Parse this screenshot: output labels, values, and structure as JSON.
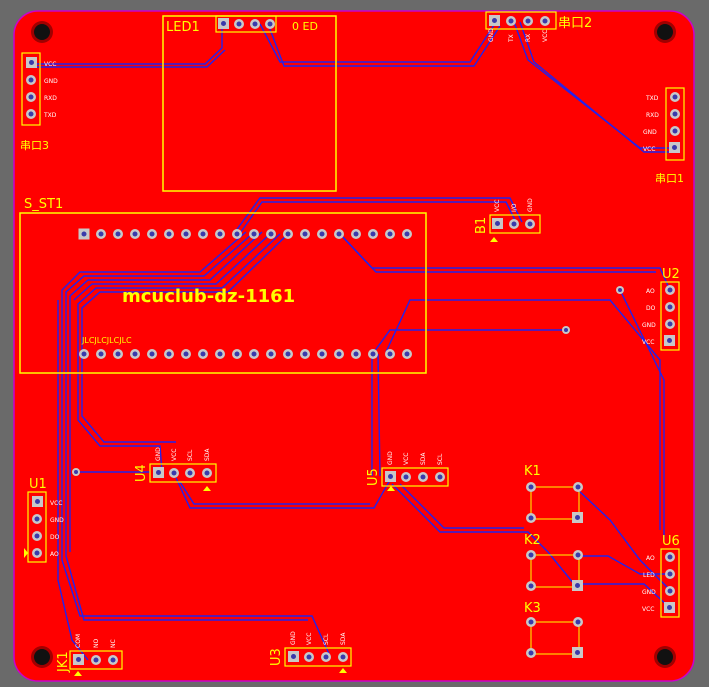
{
  "board": {
    "logo_text": "mcuclub-dz-1161",
    "silkscreen_text": "JLCJLCJLCJLC",
    "colors": {
      "background": "#6a6a6a",
      "copper": "#ff0000",
      "silkscreen": "#ffff00",
      "trace": "#2222ee",
      "edge": "#cc00cc"
    }
  },
  "components": {
    "led1": {
      "ref": "LED1",
      "extra": "0 ED"
    },
    "s_st1": {
      "ref": "S_ST1"
    },
    "port2": {
      "ref": "串口2",
      "pins": [
        "GND",
        "TX",
        "RX",
        "VCC"
      ]
    },
    "port3": {
      "ref": "串口3",
      "pins": [
        "VCC",
        "GND",
        "RXD",
        "TXD"
      ]
    },
    "port1": {
      "ref": "串口1",
      "pins": [
        "TXD",
        "RXD",
        "GND",
        "VCC"
      ]
    },
    "b1": {
      "ref": "B1",
      "pins": [
        "VCC",
        "I/O",
        "GND"
      ]
    },
    "u2": {
      "ref": "U2",
      "pins": [
        "AO",
        "DO",
        "GND",
        "VCC"
      ]
    },
    "u1": {
      "ref": "U1",
      "pins": [
        "VCC",
        "GND",
        "DO",
        "AO"
      ]
    },
    "u4": {
      "ref": "U4",
      "pins": [
        "GND",
        "VCC",
        "SCL",
        "SDA"
      ]
    },
    "u5": {
      "ref": "U5",
      "pins": [
        "GND",
        "VCC",
        "SDA",
        "SCL"
      ]
    },
    "u6": {
      "ref": "U6",
      "pins": [
        "AO",
        "LED",
        "GND",
        "VCC"
      ]
    },
    "u3": {
      "ref": "U3",
      "pins": [
        "GND",
        "VCC",
        "SCL",
        "SDA"
      ]
    },
    "jk1": {
      "ref": "JK1",
      "pins": [
        "COM",
        "NO",
        "NC"
      ]
    },
    "k1": {
      "ref": "K1"
    },
    "k2": {
      "ref": "K2"
    },
    "k3": {
      "ref": "K3"
    }
  }
}
